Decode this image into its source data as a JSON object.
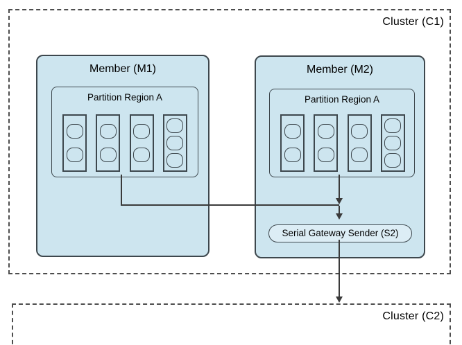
{
  "clusters": {
    "c1": {
      "label": "Cluster (C1)"
    },
    "c2": {
      "label": "Cluster (C2)"
    }
  },
  "members": {
    "m1": {
      "title": "Member (M1)",
      "partition": {
        "label": "Partition Region A",
        "bucket_columns": [
          2,
          2,
          2,
          3
        ]
      }
    },
    "m2": {
      "title": "Member (M2)",
      "partition": {
        "label": "Partition Region A",
        "bucket_columns": [
          2,
          2,
          2,
          3
        ]
      },
      "gateway_sender": {
        "label": "Serial Gateway Sender (S2)"
      }
    }
  },
  "colors": {
    "member_fill": "#cde5ef",
    "sender_fill": "#dcedf5",
    "border": "#3d474d",
    "line": "#3a3a3a",
    "dashed_border": "#4d4d4d"
  }
}
